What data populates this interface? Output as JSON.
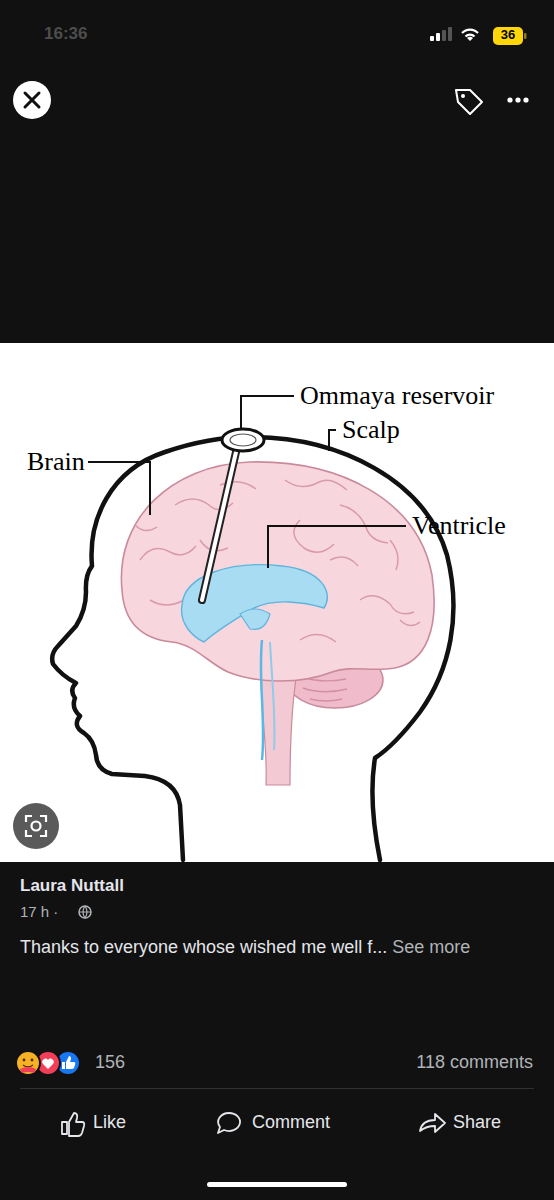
{
  "diagram": {
    "labels": [
      "16:36",
      "36",
      "Ommaya reservoir",
      "Scalp",
      "Brain",
      "Ventricle",
      "Laura Nuttall",
      "17 h ·",
      "Thanks to everyone whose wished me well f...",
      "See more",
      "156",
      "118 comments",
      "Like",
      "Comment",
      "Share"
    ]
  }
}
